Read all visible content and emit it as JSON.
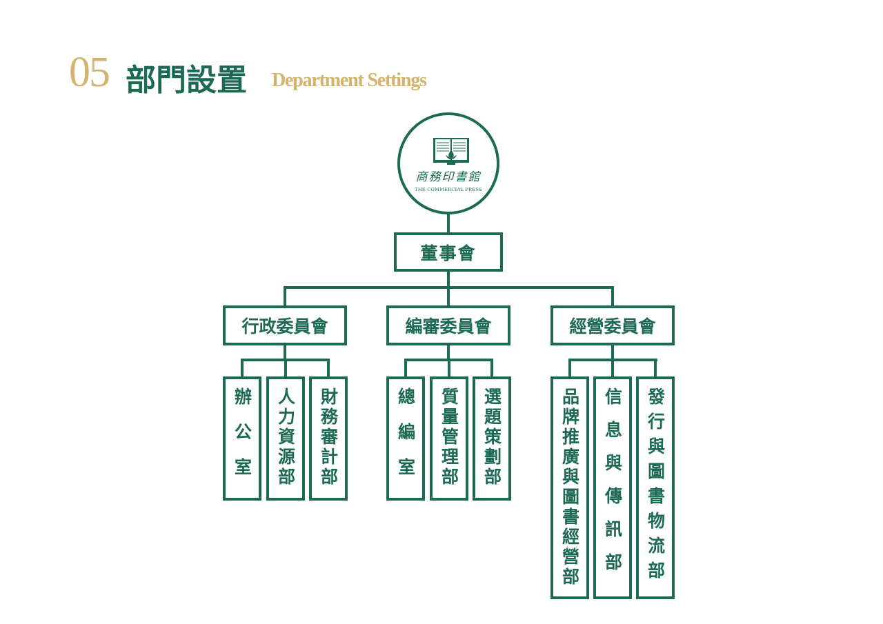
{
  "header": {
    "number": "05",
    "title": "部門設置",
    "subtitle": "Department Settings"
  },
  "logo": {
    "name_cn": "商務印書館",
    "name_en": "THE COMMERCIAL PRESS"
  },
  "org": {
    "board": "董事會",
    "committees": [
      {
        "name": "行政委員會",
        "departments": [
          "辦公室",
          "人力資源部",
          "財務審計部"
        ]
      },
      {
        "name": "編審委員會",
        "departments": [
          "總編室",
          "質量管理部",
          "選題策劃部"
        ]
      },
      {
        "name": "經營委員會",
        "departments": [
          "品牌推廣與圖書經營部",
          "信息與傳訊部",
          "發行與圖書物流部"
        ]
      }
    ]
  },
  "colors": {
    "primary": "#1c6a53",
    "accent": "#d4b36c"
  }
}
